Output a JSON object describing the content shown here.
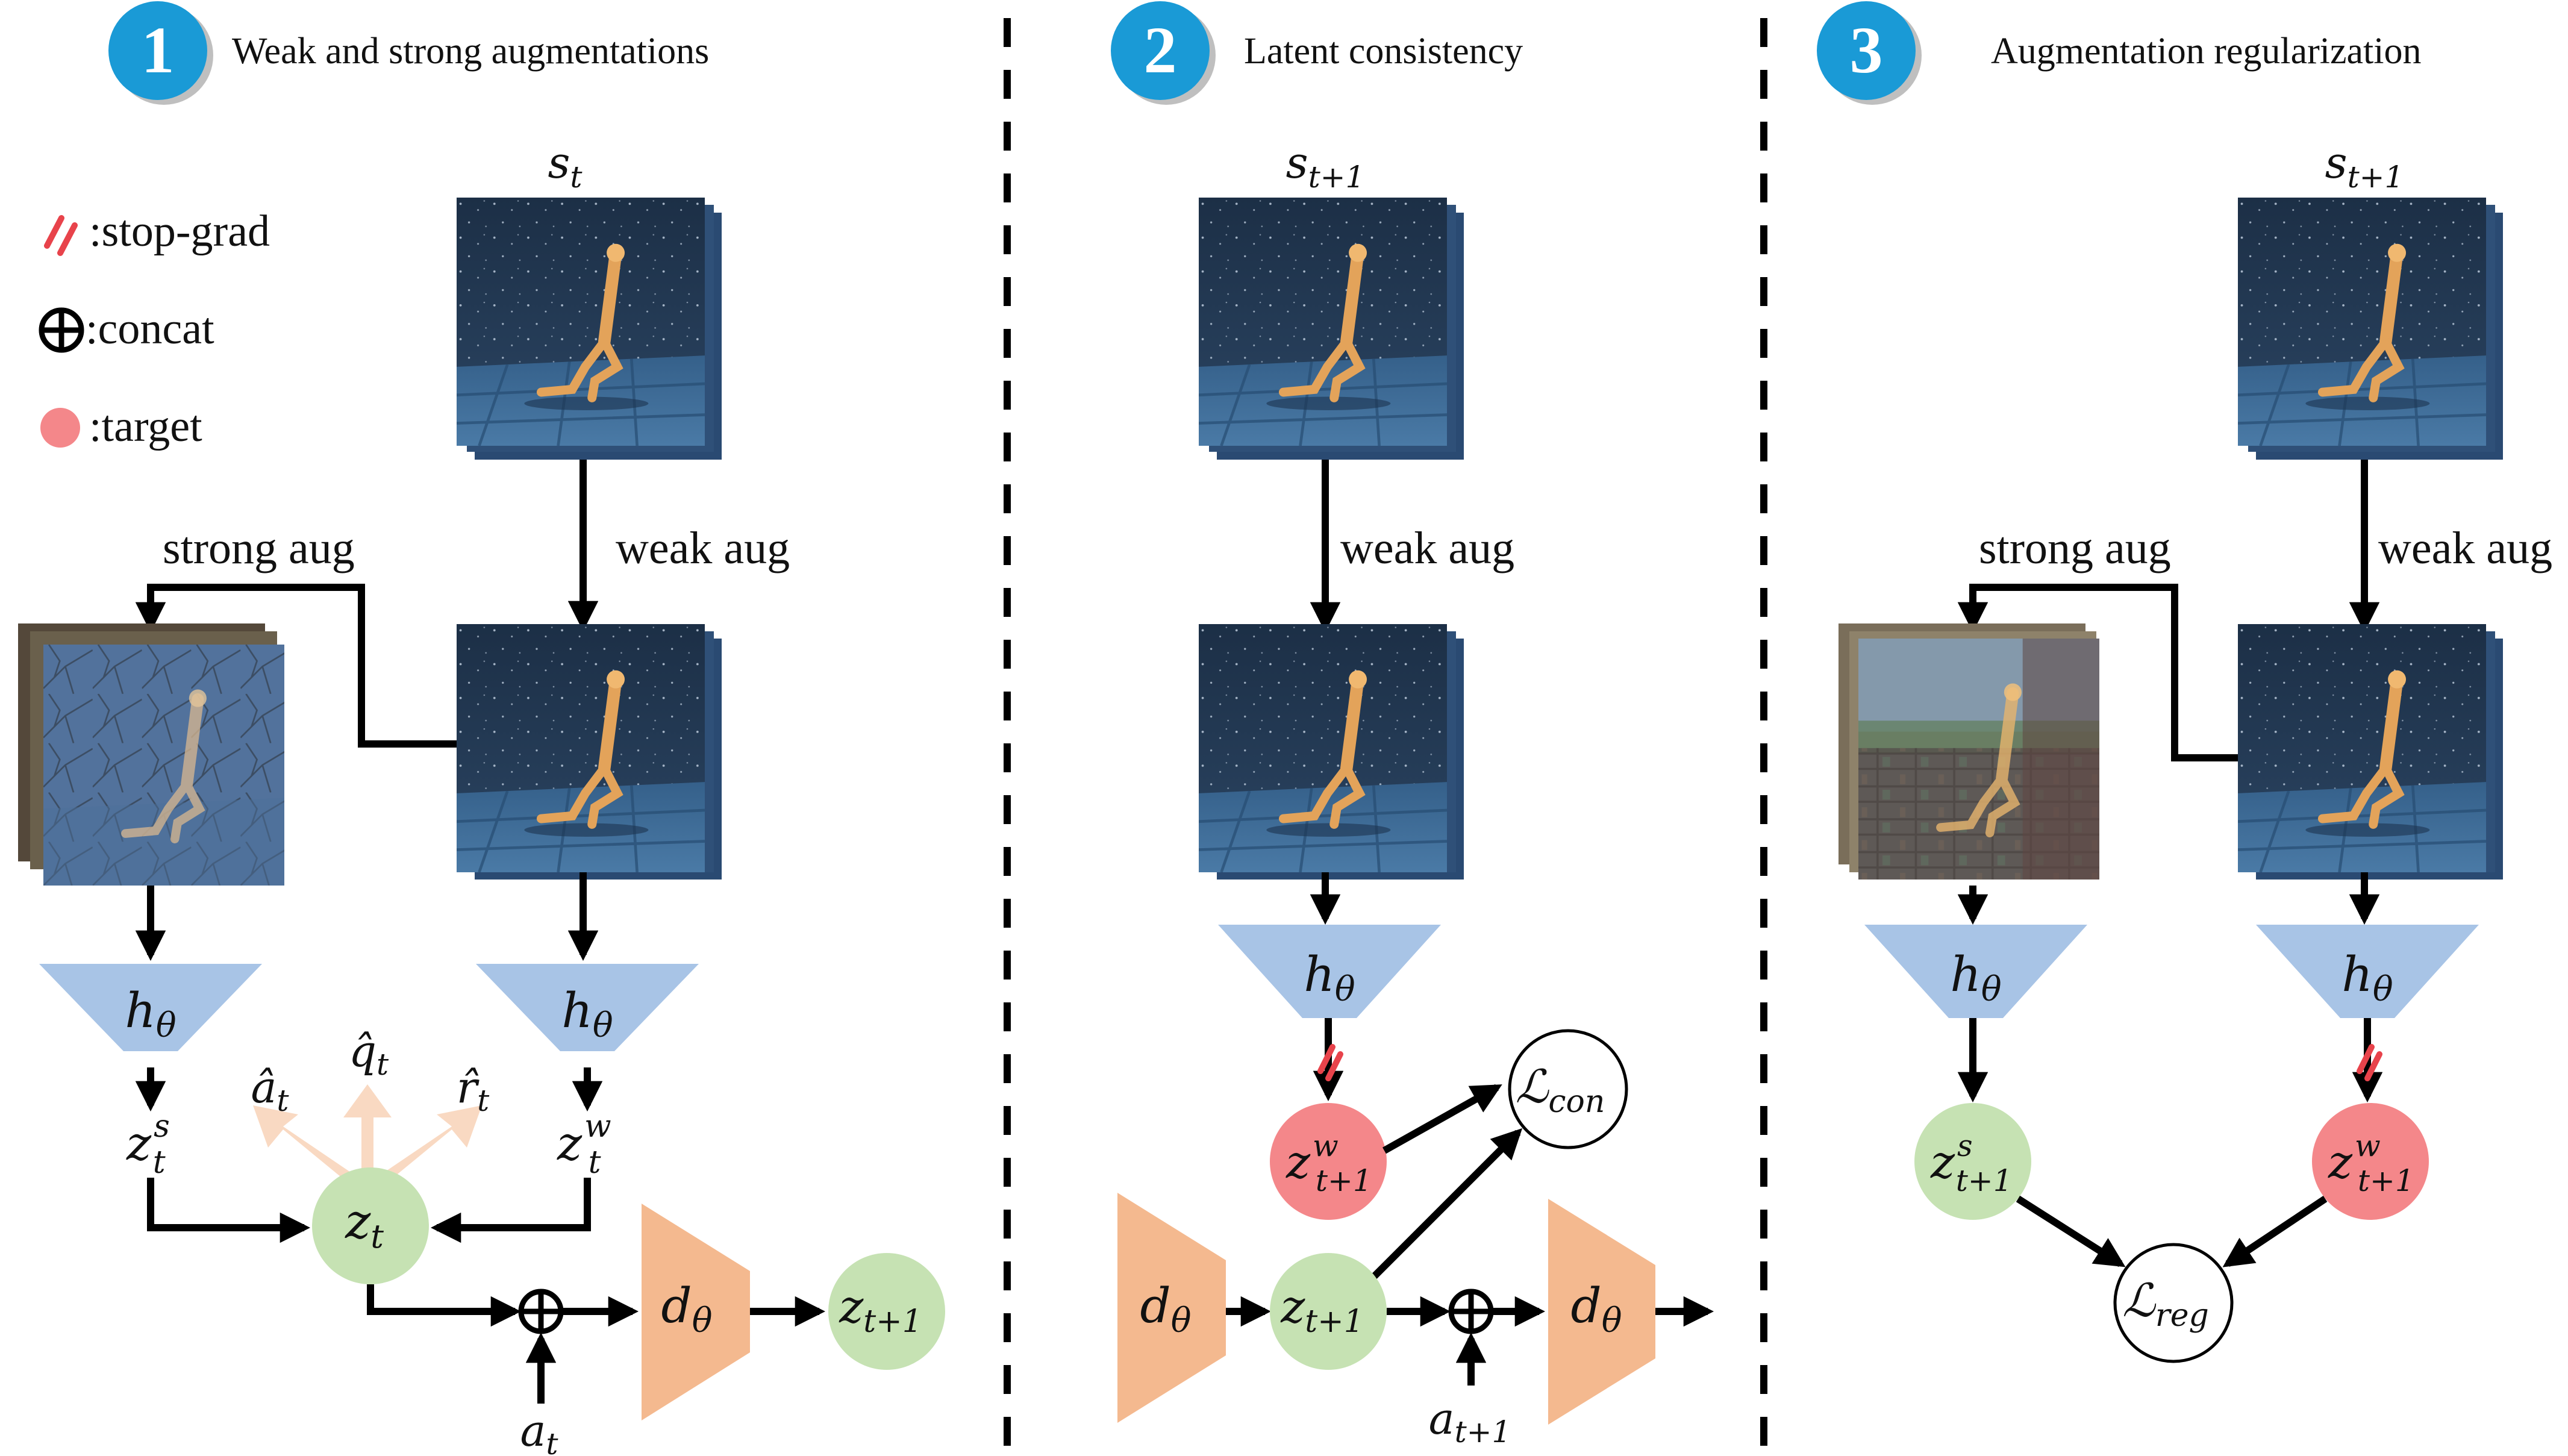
{
  "panels": [
    {
      "number": "1",
      "title": "Weak and strong augmentations"
    },
    {
      "number": "2",
      "title": "Latent consistency"
    },
    {
      "number": "3",
      "title": "Augmentation regularization"
    }
  ],
  "legend": {
    "stop_grad": ":stop-grad",
    "concat": ":concat",
    "target": ":target"
  },
  "states": {
    "s_t": {
      "base": "s",
      "sub": "t"
    },
    "s_t1": {
      "base": "s",
      "sub": "t+1"
    }
  },
  "aug_labels": {
    "strong": "strong aug",
    "weak": "weak aug"
  },
  "encoder_label": {
    "base": "h",
    "sub": "θ"
  },
  "dynamics_label": {
    "base": "d",
    "sub": "θ"
  },
  "latents": {
    "z_t_s": {
      "base": "z",
      "sub": "t",
      "sup": "s"
    },
    "z_t_w": {
      "base": "z",
      "sub": "t",
      "sup": "w"
    },
    "z_t": {
      "base": "z",
      "sub": "t"
    },
    "z_t1": {
      "base": "z",
      "sub": "t+1"
    },
    "z_t1_w": {
      "base": "z",
      "sub": "t+1",
      "sup": "w"
    },
    "z_t1_s": {
      "base": "z",
      "sub": "t+1",
      "sup": "s"
    }
  },
  "heads": {
    "a_hat": {
      "base": "â",
      "sub": "t"
    },
    "q_hat": {
      "base": "q̂",
      "sub": "t"
    },
    "r_hat": {
      "base": "r̂",
      "sub": "t"
    }
  },
  "actions": {
    "a_t": {
      "base": "a",
      "sub": "t"
    },
    "a_t1": {
      "base": "a",
      "sub": "t+1"
    }
  },
  "losses": {
    "con": {
      "base": "ℒ",
      "sub": "con"
    },
    "reg": {
      "base": "ℒ",
      "sub": "reg"
    }
  },
  "colors": {
    "badge": "#1a9ad6",
    "badge_shadow": "#bfbfbf",
    "encoder": "#a8c4e6",
    "dynamics": "#f4b98f",
    "latent": "#c6e2b3",
    "target": "#f4878a",
    "stopgrad": "#e8434b",
    "head_arrow": "#f9d9c2",
    "frame_bg": "#22364f",
    "floor": "#3f6d96",
    "figure": "#e3a35a"
  },
  "icons": [
    "stop-grad-icon",
    "concat-icon",
    "target-dot-icon"
  ]
}
